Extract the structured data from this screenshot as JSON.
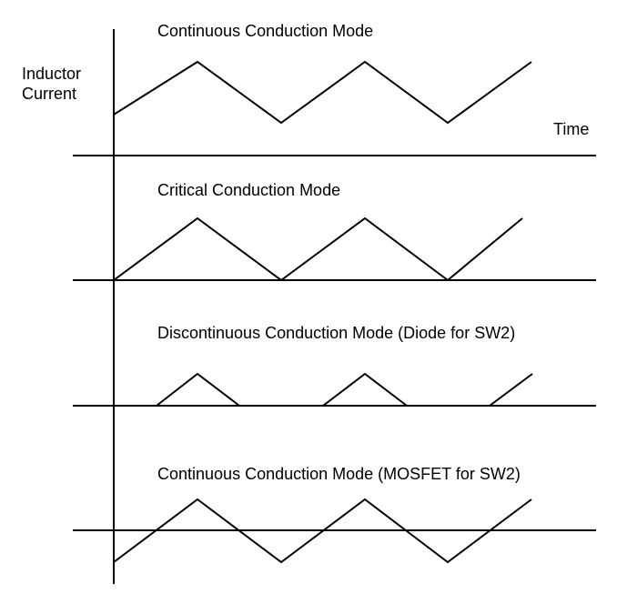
{
  "y_axis_label": [
    "Inductor",
    "Current"
  ],
  "x_axis_label": "Time",
  "panels": [
    {
      "title": "Continuous Conduction Mode"
    },
    {
      "title": "Critical Conduction Mode"
    },
    {
      "title": "Discontinuous Conduction Mode (Diode for SW2)"
    },
    {
      "title": "Continuous Conduction Mode (MOSFET for SW2)"
    }
  ],
  "colors": {
    "line": "#000000",
    "background": "#ffffff"
  }
}
